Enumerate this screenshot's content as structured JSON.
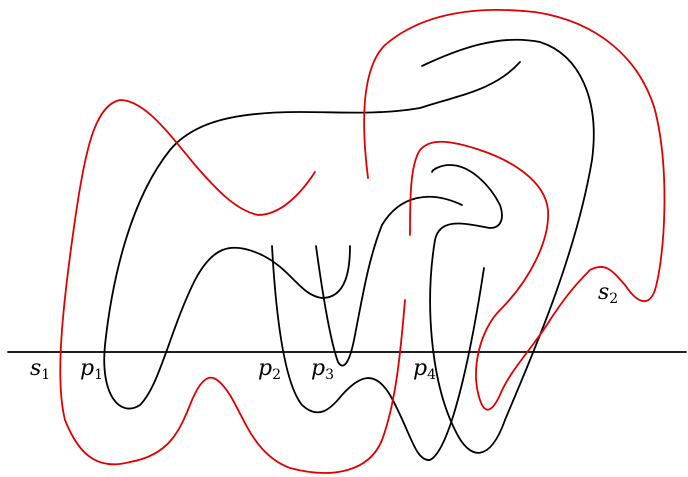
{
  "colors": {
    "curve": "#000000",
    "arc": "#e00000",
    "background": "#ffffff"
  },
  "labels": {
    "s1": {
      "base": "s",
      "sub": "1"
    },
    "s2": {
      "base": "s",
      "sub": "2"
    },
    "p1": {
      "base": "p",
      "sub": "1"
    },
    "p2": {
      "base": "p",
      "sub": "2"
    },
    "p3": {
      "base": "p",
      "sub": "3"
    },
    "p4": {
      "base": "p",
      "sub": "4"
    }
  }
}
